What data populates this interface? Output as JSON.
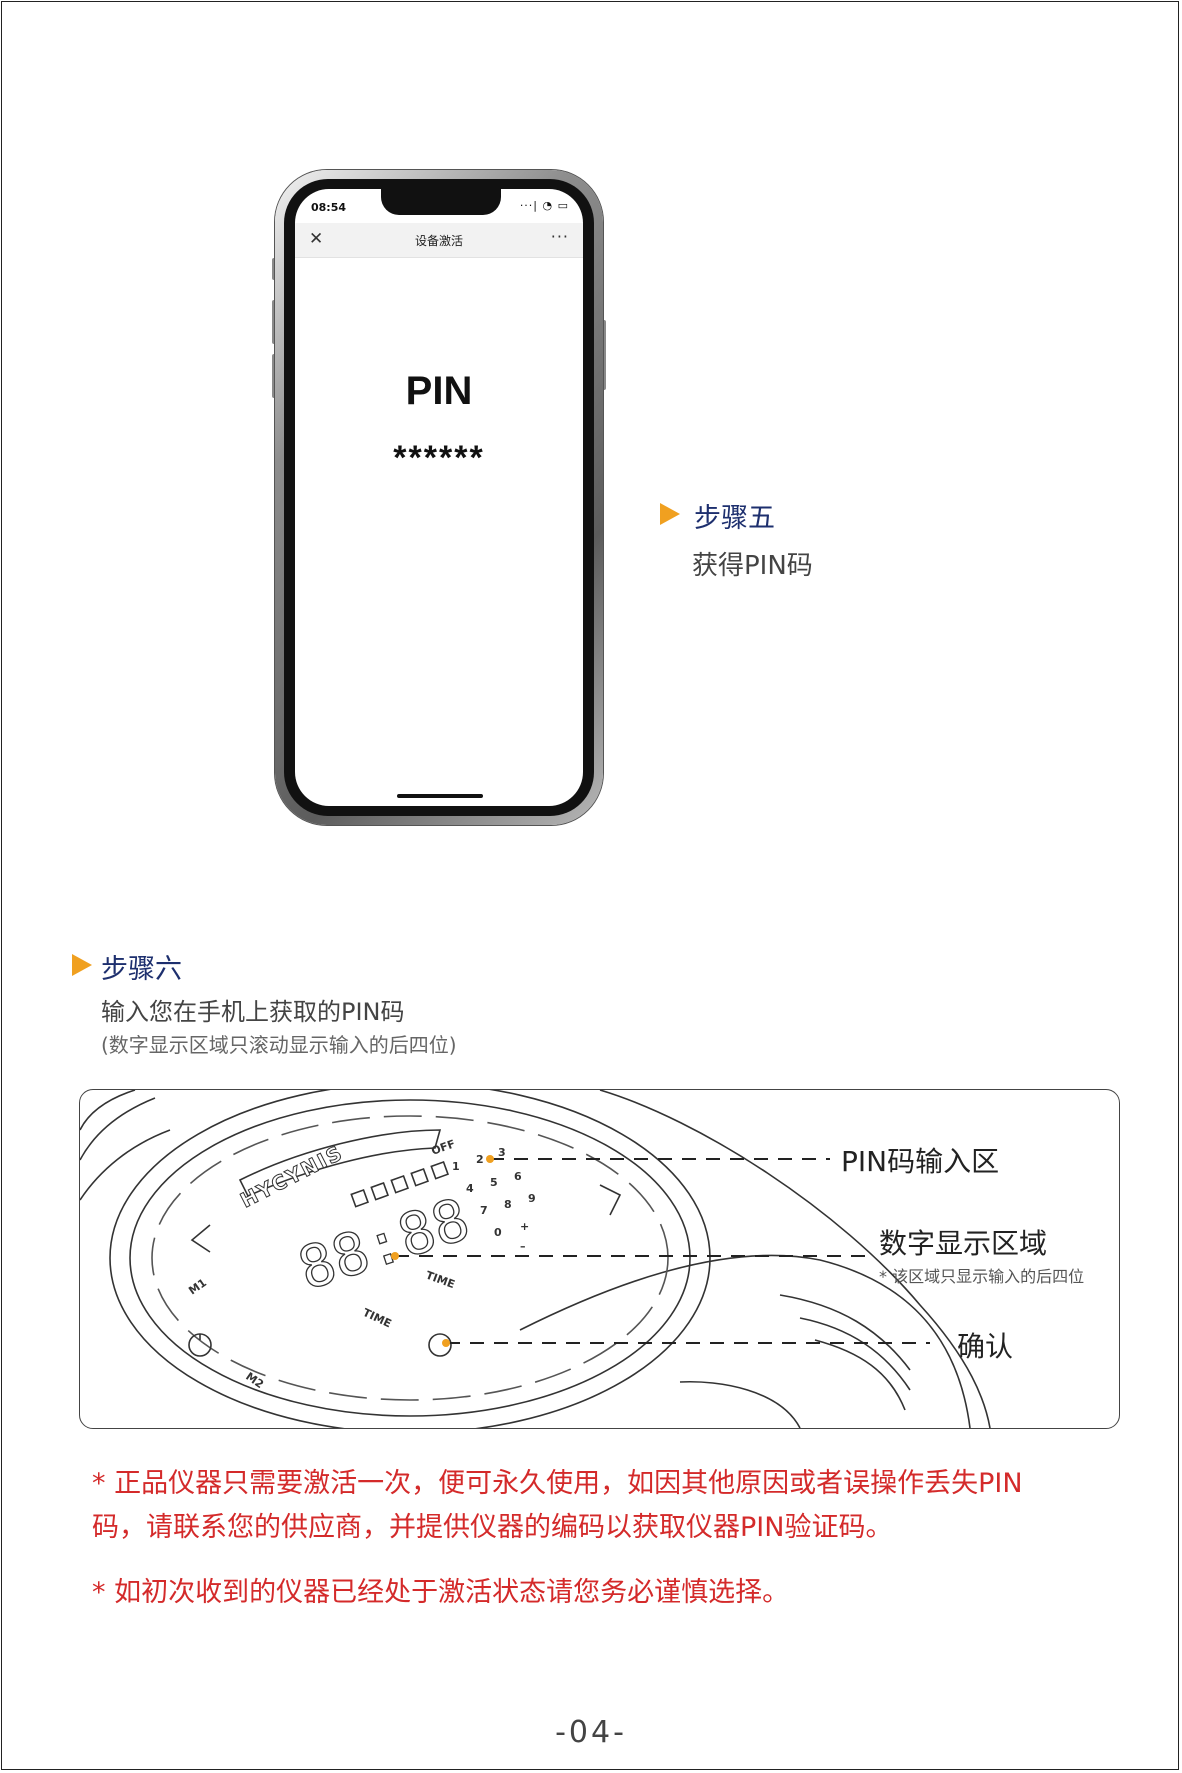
{
  "phone": {
    "status_time": "08:54",
    "status_icons": "···| ◔ ▭",
    "nav_title": "设备激活",
    "nav_close": "✕",
    "nav_more": "···",
    "pin_label": "PIN",
    "pin_mask": "******"
  },
  "step5": {
    "title": "步骤五",
    "desc": "获得PIN码"
  },
  "step6": {
    "title": "步骤六",
    "desc": "输入您在手机上获取的PIN码",
    "note": "(数字显示区域只滚动显示输入的后四位)"
  },
  "device": {
    "brand": "HYCYNIS",
    "display_digits": "88:88",
    "keypad_keys": [
      "1",
      "2",
      "3",
      "4",
      "5",
      "6",
      "7",
      "8",
      "9",
      "0",
      "+",
      "–"
    ],
    "labels": {
      "off": "OFF",
      "m1": "M1",
      "m2": "M2",
      "time_minus": "TIME",
      "time_plus": "TIME"
    },
    "callouts": {
      "pin_input": "PIN码输入区",
      "digit_display": "数字显示区域",
      "digit_display_note": "* 该区域只显示输入的后四位",
      "confirm": "确认"
    },
    "callout_dot_color": "#f0a020"
  },
  "notices": {
    "line1": "* 正品仪器只需要激活一次，便可永久使用，如因其他原因或者误操作丢失PIN",
    "line2": "码，请联系您的供应商，并提供仪器的编码以获取仪器PIN验证码。",
    "line3": "* 如初次收到的仪器已经处于激活状态请您务必谨慎选择。"
  },
  "page_number": "-04-",
  "colors": {
    "accent": "#f0a020",
    "step_title": "#1d2f6e",
    "notice": "#d42a2a"
  }
}
